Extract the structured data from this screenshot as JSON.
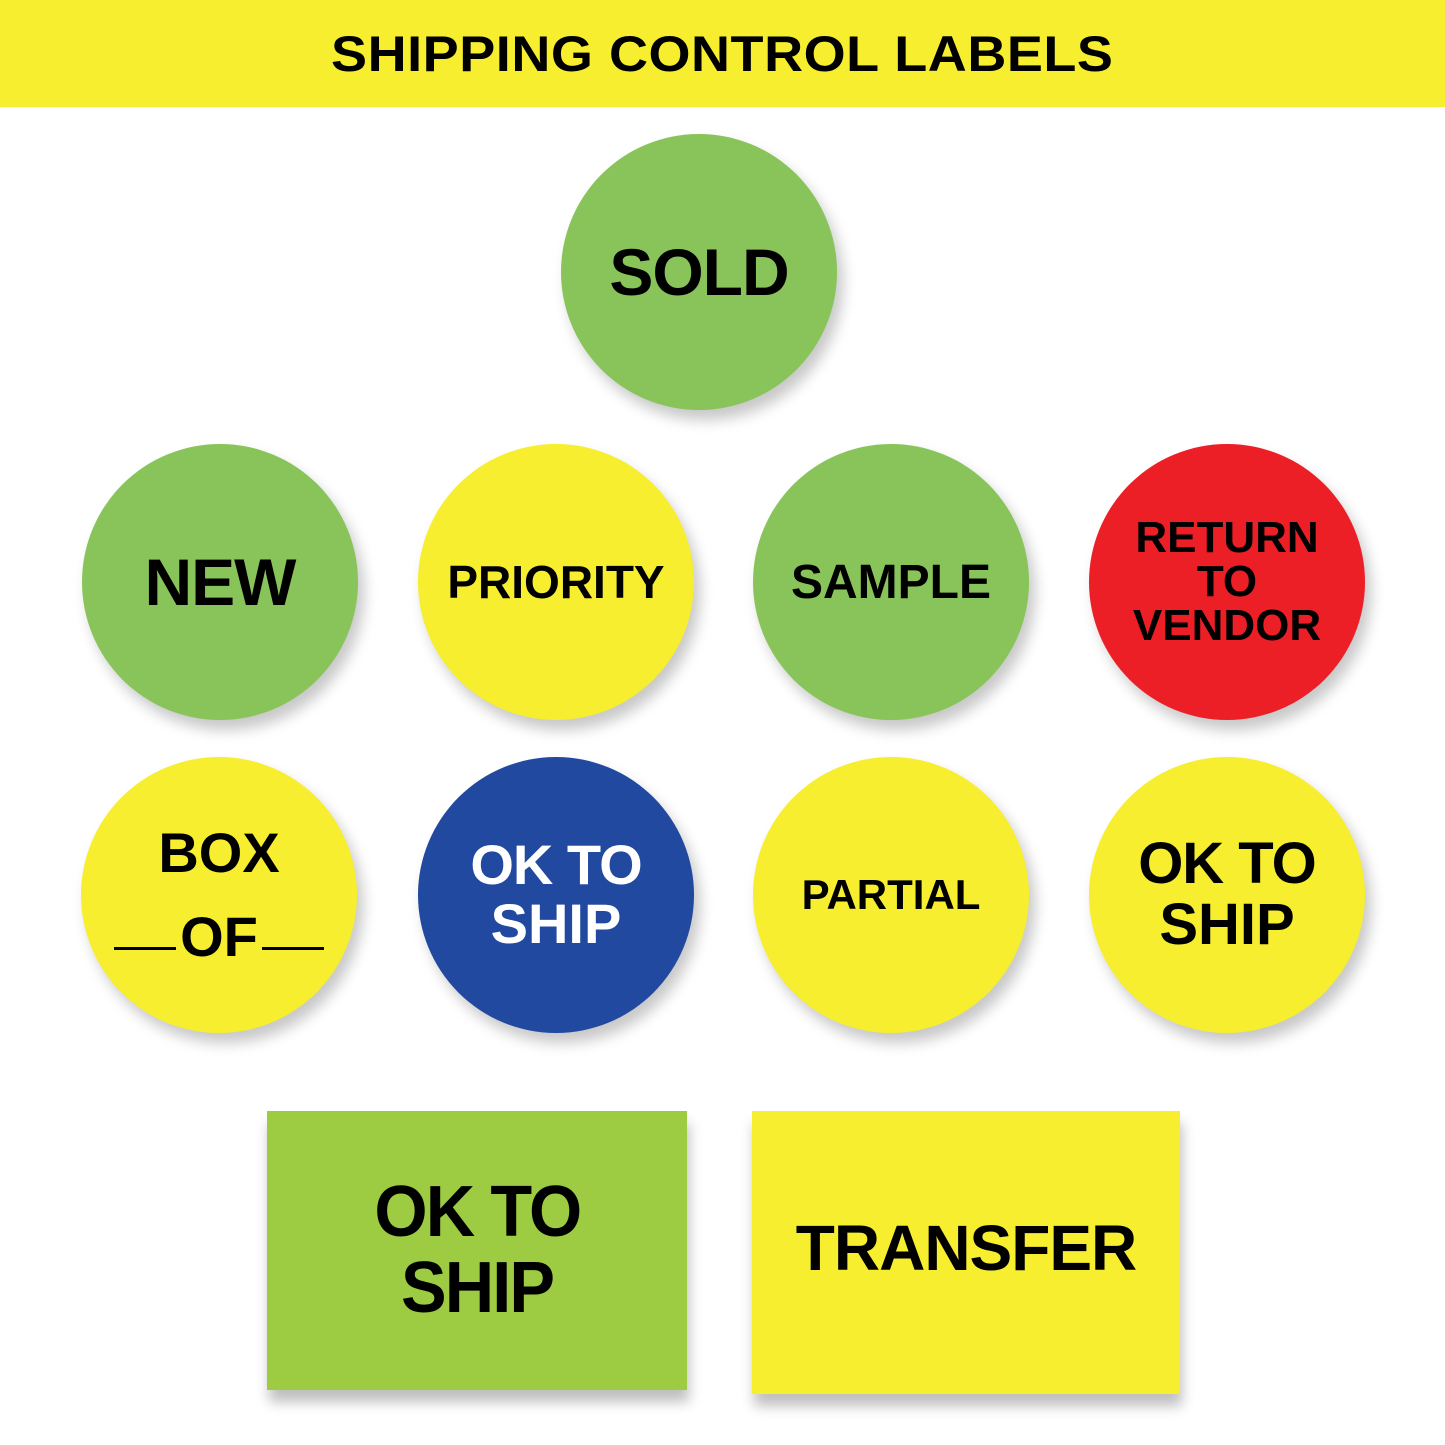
{
  "header": {
    "title": "SHIPPING CONTROL LABELS",
    "background": "#f6ee2e"
  },
  "colors": {
    "green": "#89c45a",
    "yellow": "#f6ee2e",
    "red": "#ec1f27",
    "blue": "#2149a0",
    "lime": "#9dcb42"
  },
  "labels": {
    "sold": {
      "lines": [
        "SOLD"
      ],
      "shape": "circle",
      "color": "green"
    },
    "new": {
      "lines": [
        "NEW"
      ],
      "shape": "circle",
      "color": "green"
    },
    "priority": {
      "lines": [
        "PRIORITY"
      ],
      "shape": "circle",
      "color": "yellow"
    },
    "sample": {
      "lines": [
        "SAMPLE"
      ],
      "shape": "circle",
      "color": "green"
    },
    "return_to_vendor": {
      "lines": [
        "RETURN",
        "TO",
        "VENDOR"
      ],
      "shape": "circle",
      "color": "red"
    },
    "box_of": {
      "lines": [
        "BOX",
        "OF"
      ],
      "shape": "circle",
      "color": "yellow"
    },
    "ok_to_ship_blue": {
      "lines": [
        "OK TO",
        "SHIP"
      ],
      "shape": "circle",
      "color": "blue",
      "text_color": "#ffffff"
    },
    "partial": {
      "lines": [
        "PARTIAL"
      ],
      "shape": "circle",
      "color": "yellow"
    },
    "ok_to_ship_yellow": {
      "lines": [
        "OK TO",
        "SHIP"
      ],
      "shape": "circle",
      "color": "yellow"
    },
    "ok_to_ship_rect": {
      "lines": [
        "OK TO",
        "SHIP"
      ],
      "shape": "rectangle",
      "color": "lime"
    },
    "transfer": {
      "lines": [
        "TRANSFER"
      ],
      "shape": "rectangle",
      "color": "yellow"
    }
  }
}
